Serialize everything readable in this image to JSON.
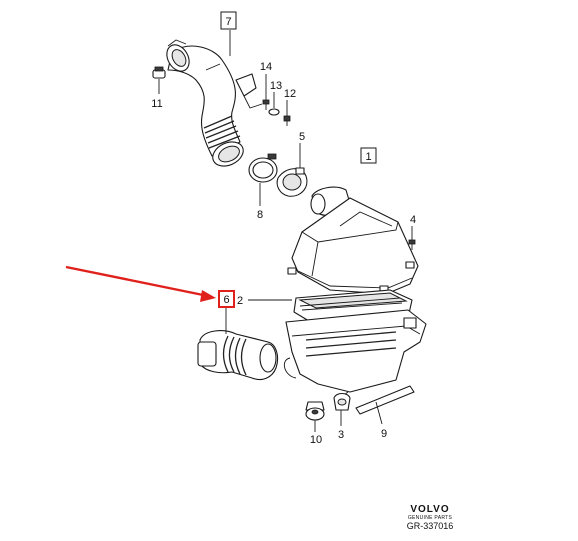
{
  "callouts": {
    "c1": "1",
    "c2": "2",
    "c3": "3",
    "c4": "4",
    "c5": "5",
    "c6": "6",
    "c7": "7",
    "c8": "8",
    "c9": "9",
    "c10": "10",
    "c11": "11",
    "c12": "12",
    "c13": "13",
    "c14": "14"
  },
  "branding": {
    "name": "VOLVO",
    "subtitle": "GENUINE PARTS",
    "code": "GR-337016"
  },
  "colors": {
    "arrow": "#e0201b",
    "highlight_box": "#e0201b",
    "ink": "#1a1a1a"
  }
}
